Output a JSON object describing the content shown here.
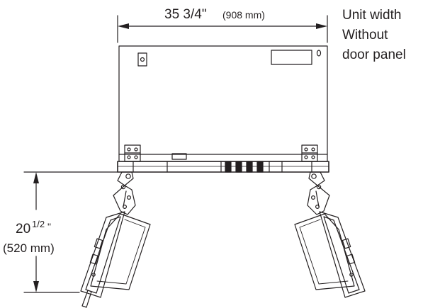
{
  "width_dimension": {
    "imperial": "35 3/4\"",
    "metric": "(908 mm)"
  },
  "unit_note": {
    "lines": [
      "Unit width",
      "Without",
      "door panel"
    ]
  },
  "depth_dimension": {
    "whole": "20",
    "fraction": "1/2",
    "inch_mark": "\"",
    "metric": "(520 mm)"
  },
  "colors": {
    "line": "#231f20",
    "background": "#ffffff"
  }
}
